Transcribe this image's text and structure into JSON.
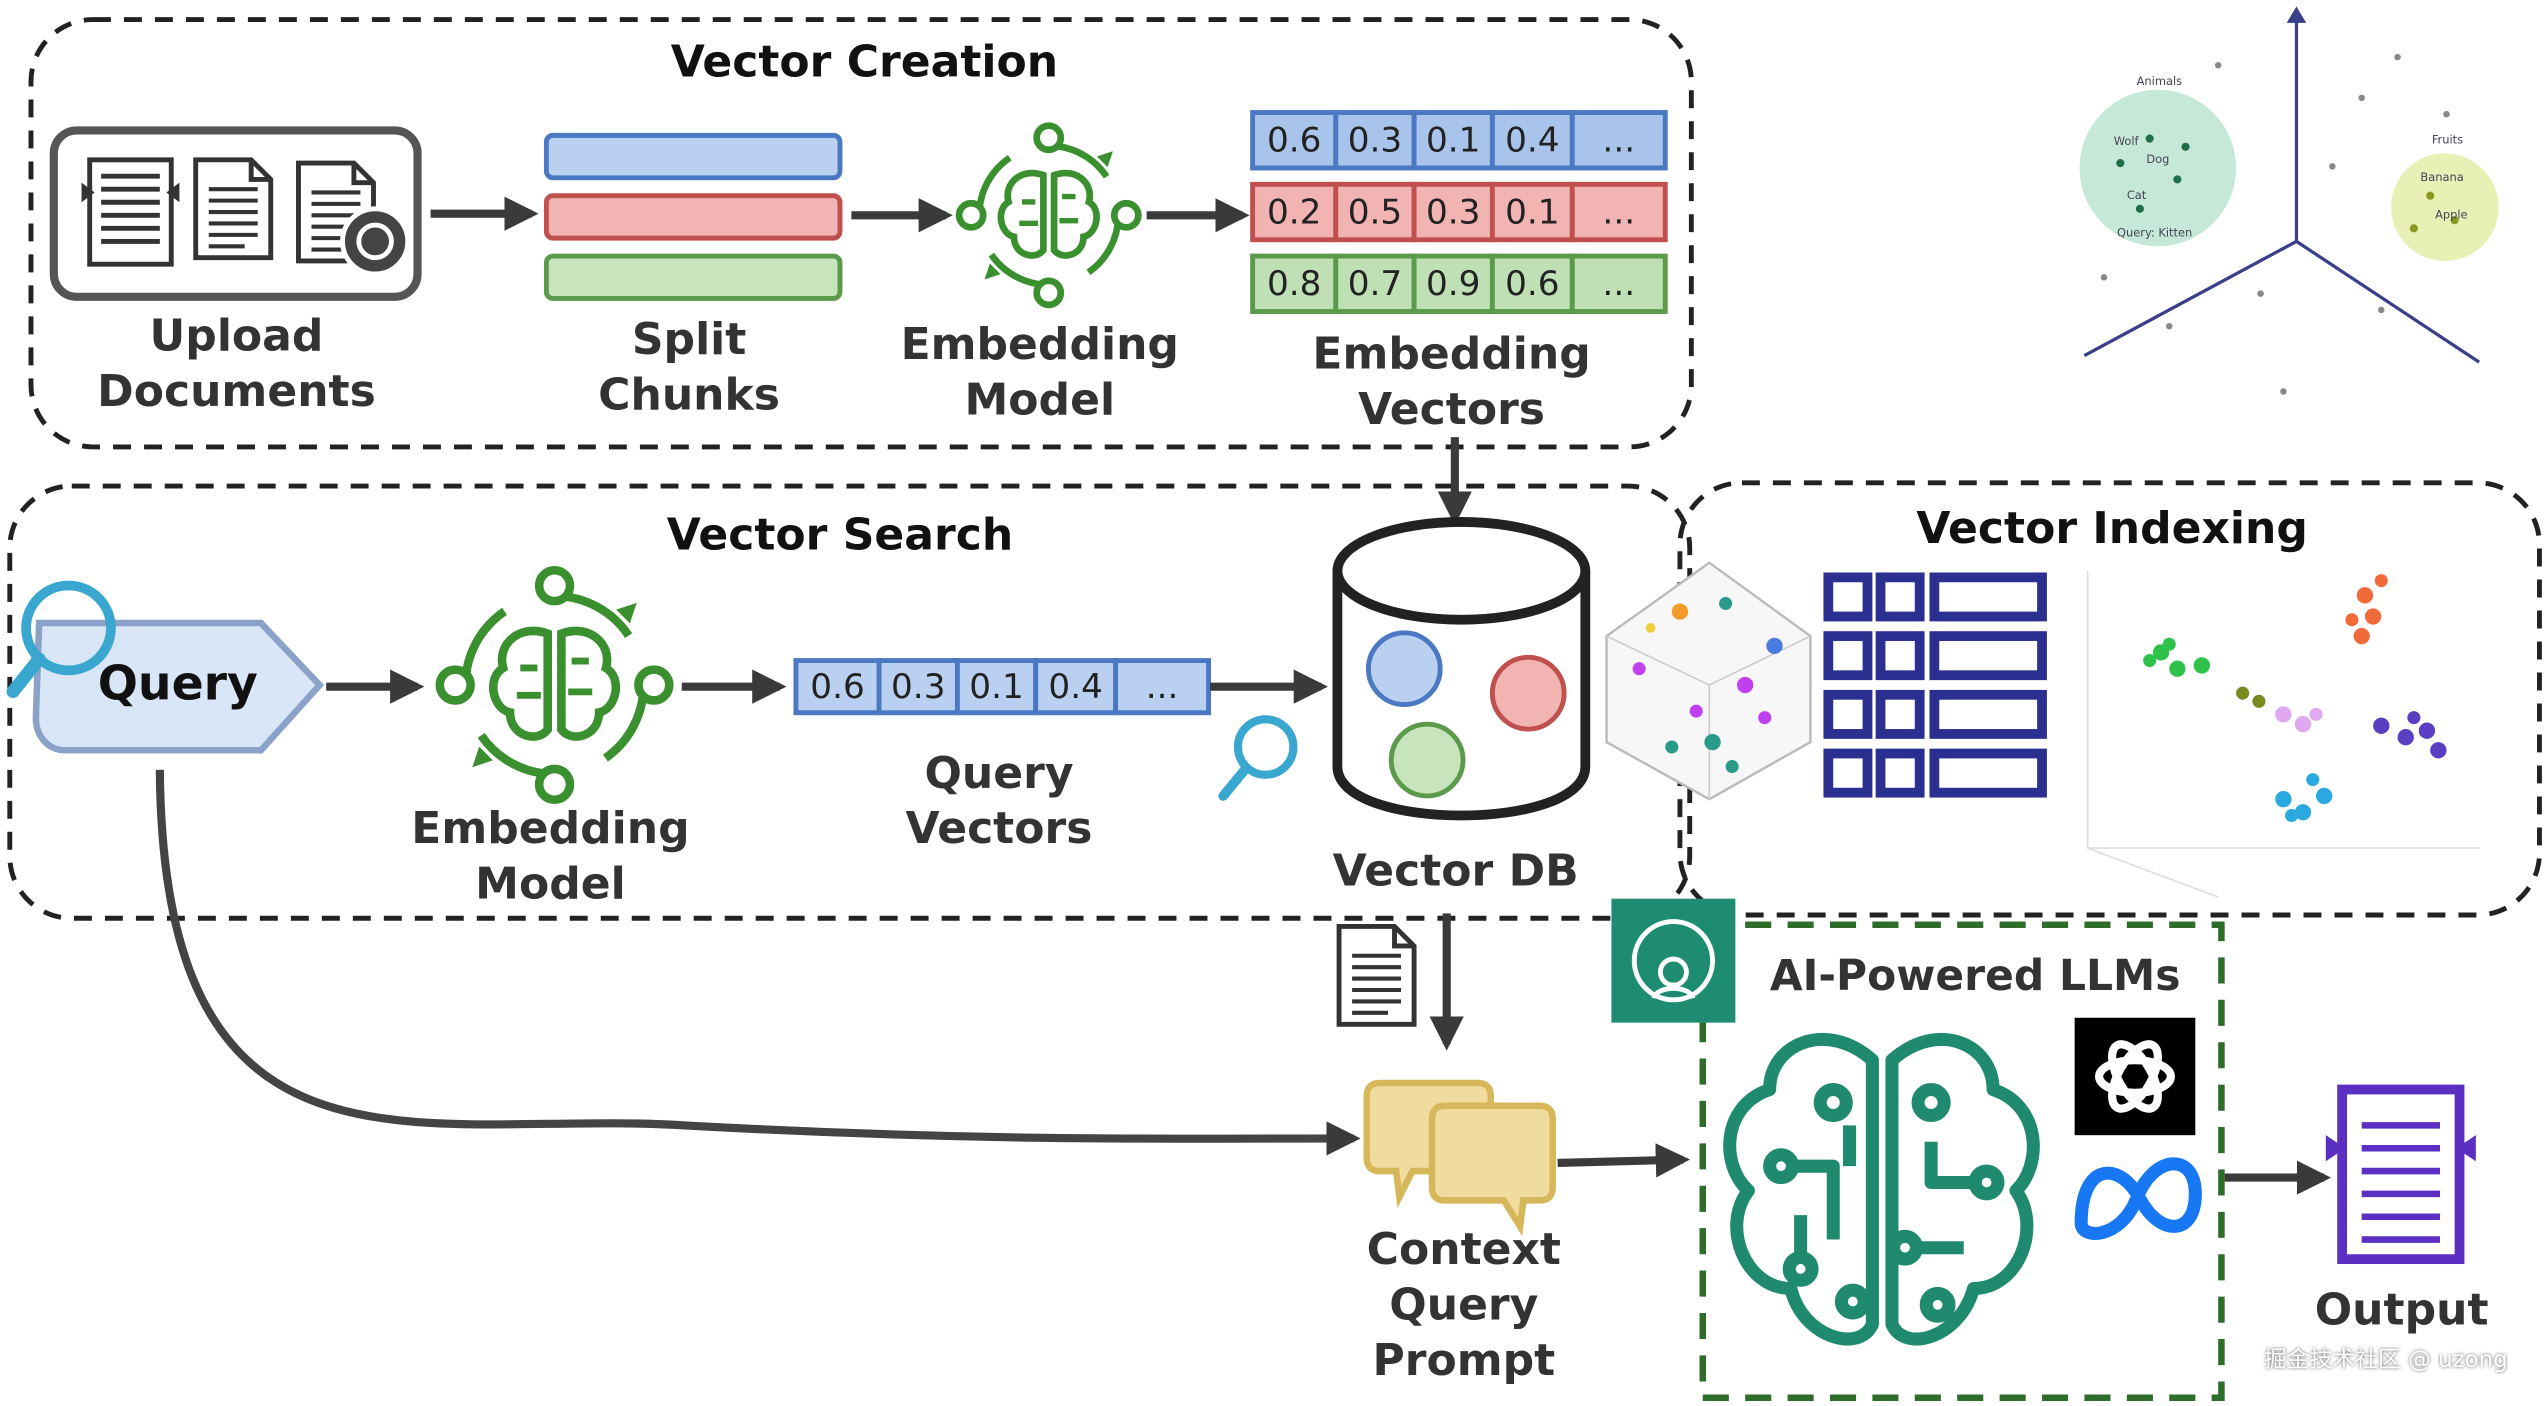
{
  "vector_creation": {
    "title": "Vector Creation",
    "upload_documents": [
      "Upload",
      "Documents"
    ],
    "split_chunks": [
      "Split",
      "Chunks"
    ],
    "embedding_model": [
      "Embedding",
      "Model"
    ],
    "embedding_vectors": [
      "Embedding",
      "Vectors"
    ],
    "vectors": [
      {
        "values": [
          "0.6",
          "0.3",
          "0.1",
          "0.4",
          "..."
        ],
        "color": "#a9c4ea",
        "stroke": "#4a78c2"
      },
      {
        "values": [
          "0.2",
          "0.5",
          "0.3",
          "0.1",
          "..."
        ],
        "color": "#f2b3b3",
        "stroke": "#c0504d"
      },
      {
        "values": [
          "0.8",
          "0.7",
          "0.9",
          "0.6",
          "..."
        ],
        "color": "#bfe0b5",
        "stroke": "#5a9a4a"
      }
    ],
    "embedding_plot_labels": {
      "animals": "Animals",
      "wolf": "Wolf",
      "dog": "Dog",
      "cat": "Cat",
      "query": "Query: Kitten",
      "fruits": "Fruits",
      "banana": "Banana",
      "apple": "Apple"
    }
  },
  "vector_search": {
    "title": "Vector Search",
    "query": "Query",
    "embedding_model": [
      "Embedding",
      "Model"
    ],
    "query_vector_values": [
      "0.6",
      "0.3",
      "0.1",
      "0.4",
      "..."
    ],
    "query_vectors": [
      "Query",
      "Vectors"
    ],
    "vector_db": "Vector DB"
  },
  "vector_indexing": {
    "title": "Vector Indexing"
  },
  "llm": {
    "title": "AI-Powered LLMs",
    "context": [
      "Context",
      "Query",
      "Prompt"
    ],
    "output": "Output"
  },
  "watermark": "掘金技术社区 @ uzong",
  "colors": {
    "green": "#3a8f2e",
    "teal": "#1f8a6e",
    "purple": "#5a2fc2",
    "navy": "#2b2f8f",
    "query_fill": "#d9e6f8",
    "cream": "#f1dca0"
  },
  "icons": [
    "document-icon",
    "brain-icon",
    "search-icon",
    "openai-logo",
    "meta-logo",
    "database-icon",
    "table-icon"
  ]
}
